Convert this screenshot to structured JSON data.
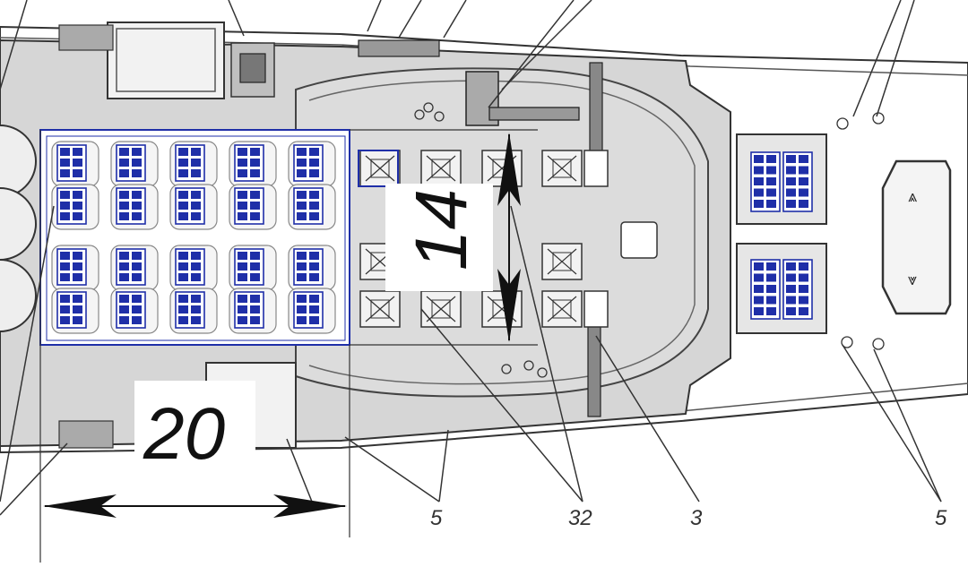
{
  "diagram": {
    "dimensions": {
      "width_label": "20",
      "length_label": "14"
    },
    "callouts": [
      {
        "id": "c5a",
        "text": "5"
      },
      {
        "id": "c32",
        "text": "32"
      },
      {
        "id": "c3",
        "text": "3"
      },
      {
        "id": "c5b",
        "text": "5"
      }
    ],
    "colors": {
      "hull_fill": "#d9d9d9",
      "line": "#333333",
      "highlight": "#1f2fa8",
      "pad_fill": "#f2f2f2"
    }
  }
}
